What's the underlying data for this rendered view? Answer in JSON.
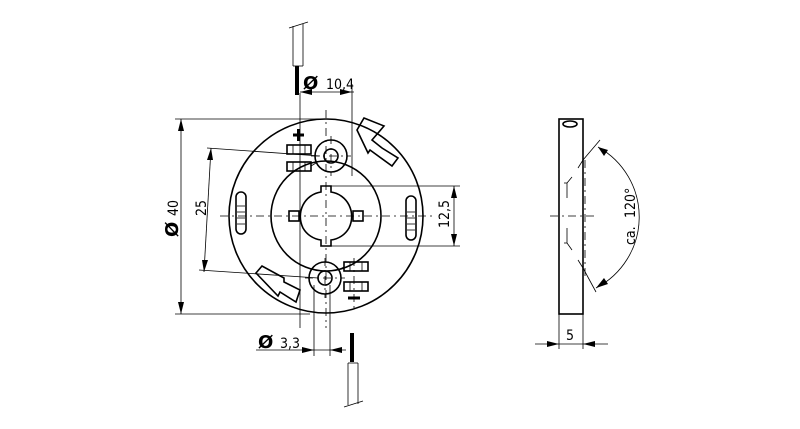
{
  "drawing": {
    "title": "LED holder technical drawing",
    "views": [
      "front-view",
      "side-view"
    ],
    "colors": {
      "line": "#000000",
      "background": "#ffffff"
    }
  },
  "dimensions": {
    "outer_diameter": {
      "symbol": "Ø",
      "value": "40"
    },
    "hole_spacing": {
      "value": "25"
    },
    "top_diameter": {
      "symbol": "Ø",
      "value": "10,4"
    },
    "bottom_diameter": {
      "symbol": "Ø",
      "value": "3,3"
    },
    "center_height": {
      "value": "12,5"
    },
    "thickness": {
      "value": "5"
    },
    "angle": {
      "prefix": "ca.",
      "value": "120°"
    }
  },
  "polarity": {
    "positive": "+",
    "negative": "−"
  }
}
